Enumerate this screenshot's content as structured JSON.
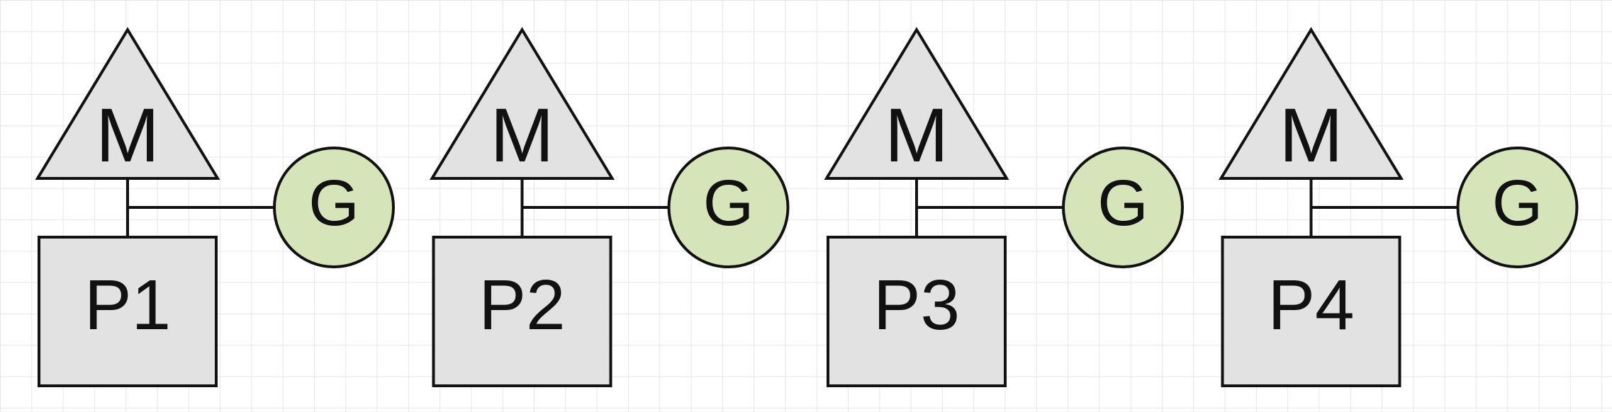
{
  "diagram": {
    "colors": {
      "processor_fill": "#e2e2e2",
      "machine_fill": "#e2e2e2",
      "goroutine_fill": "#d5e5b9",
      "stroke": "#111111",
      "grid": "#e6e6e6"
    },
    "groups": [
      {
        "machine_label": "M",
        "processor_label": "P1",
        "goroutine_label": "G"
      },
      {
        "machine_label": "M",
        "processor_label": "P2",
        "goroutine_label": "G"
      },
      {
        "machine_label": "M",
        "processor_label": "P3",
        "goroutine_label": "G"
      },
      {
        "machine_label": "M",
        "processor_label": "P4",
        "goroutine_label": "G"
      }
    ]
  }
}
